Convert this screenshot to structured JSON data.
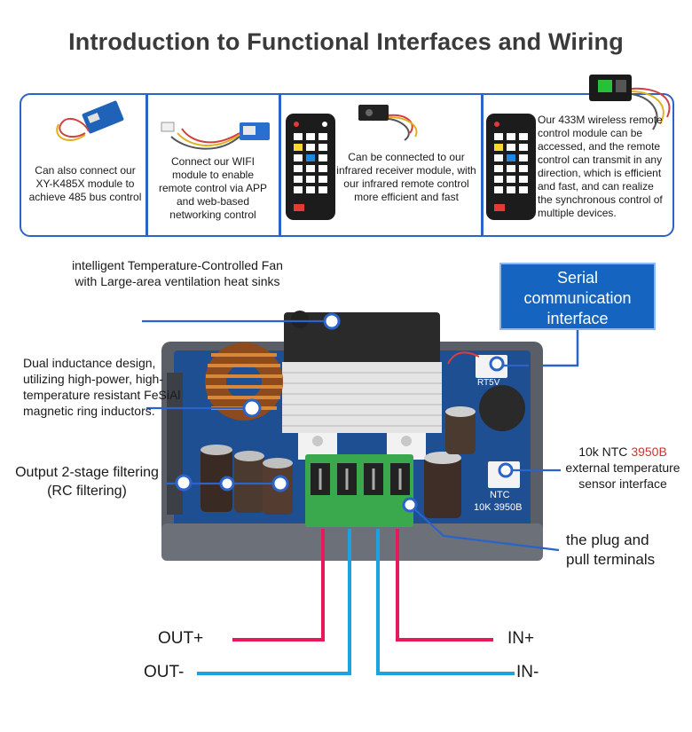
{
  "title": "Introduction to Functional Interfaces and Wiring",
  "cards": [
    {
      "text": "Can also connect our XY-K485X module to achieve 485 bus control"
    },
    {
      "text": "Connect our WIFI module to enable remote control via APP and web-based networking control"
    },
    {
      "text": "Can be connected to our infrared receiver module, with our infrared remote control more efficient and fast"
    },
    {
      "text": "Our 433M wireless remote control module can be accessed, and the remote control can transmit in any direction, which is efficient and fast, and can realize the synchronous control of multiple devices."
    }
  ],
  "callouts": {
    "fan": "intelligent Temperature-Controlled Fan with Large-area ventilation heat sinks",
    "inductor": "Dual inductance design, utilizing high-power, high-temperature resistant FeSiAl magnetic ring inductors.",
    "filter": "Output 2-stage filtering (RC filtering)",
    "serial": "Serial communication interface",
    "ntc_prefix": "10k NTC",
    "ntc_value": "3950B",
    "ntc_suffix": "external temperature sensor interface",
    "terminals": "the plug and pull terminals"
  },
  "board_labels": {
    "rt5v": "RT5V",
    "ntc": "NTC",
    "ntc_value": "10K 3950B"
  },
  "wiring": {
    "out_plus": "OUT+",
    "out_minus": "OUT-",
    "in_plus": "IN+",
    "in_minus": "IN-"
  },
  "colors": {
    "accent_blue": "#2b63c8",
    "serial_box": "#1565c0",
    "positive_wire": "#e8195a",
    "negative_wire": "#1aa3e0",
    "ntc_value": "#d32f2f"
  }
}
